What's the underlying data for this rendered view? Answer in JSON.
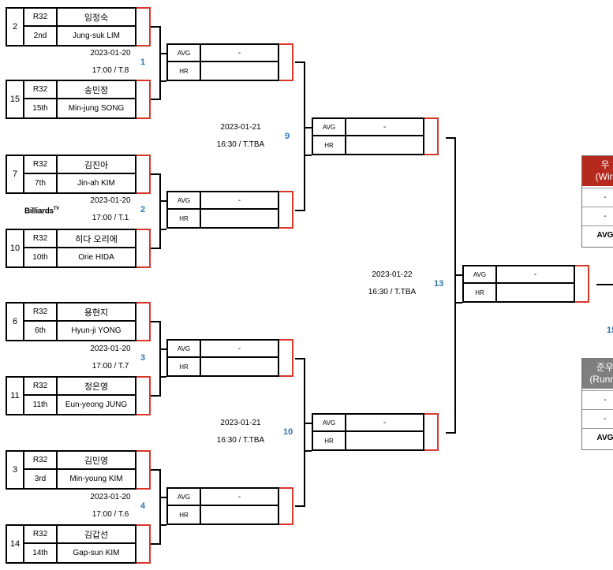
{
  "players": [
    {
      "seed": "2",
      "round": "R32",
      "rank": "2nd",
      "kr": "임정숙",
      "en": "Jung-suk LIM"
    },
    {
      "seed": "15",
      "round": "R32",
      "rank": "15th",
      "kr": "송민정",
      "en": "Min-jung SONG"
    },
    {
      "seed": "7",
      "round": "R32",
      "rank": "7th",
      "kr": "김진아",
      "en": "Jin-ah KIM"
    },
    {
      "seed": "10",
      "round": "R32",
      "rank": "10th",
      "kr": "히다 오리에",
      "en": "Orie HIDA"
    },
    {
      "seed": "6",
      "round": "R32",
      "rank": "6th",
      "kr": "용현지",
      "en": "Hyun-ji YONG"
    },
    {
      "seed": "11",
      "round": "R32",
      "rank": "11th",
      "kr": "정은영",
      "en": "Eun-yeong JUNG"
    },
    {
      "seed": "3",
      "round": "R32",
      "rank": "3rd",
      "kr": "김민영",
      "en": "Min-young KIM"
    },
    {
      "seed": "14",
      "round": "R32",
      "rank": "14th",
      "kr": "김갑선",
      "en": "Gap-sun KIM"
    }
  ],
  "matches": [
    {
      "num": "1",
      "date": "2023-01-20",
      "time": "17:00 / T.8",
      "avg_label": "AVG",
      "hr_label": "HR",
      "avg": "-",
      "hr": ""
    },
    {
      "num": "2",
      "date": "2023-01-20",
      "time": "17:00 / T.1",
      "avg_label": "AVG",
      "hr_label": "HR",
      "avg": "-",
      "hr": ""
    },
    {
      "num": "3",
      "date": "2023-01-20",
      "time": "17:00 / T.7",
      "avg_label": "AVG",
      "hr_label": "HR",
      "avg": "-",
      "hr": ""
    },
    {
      "num": "4",
      "date": "2023-01-20",
      "time": "17:00 / T.6",
      "avg_label": "AVG",
      "hr_label": "HR",
      "avg": "-",
      "hr": ""
    },
    {
      "num": "9",
      "date": "2023-01-21",
      "time": "16:30 / T.TBA",
      "avg_label": "AVG",
      "hr_label": "HR",
      "avg": "-",
      "hr": ""
    },
    {
      "num": "10",
      "date": "2023-01-21",
      "time": "16:30 / T.TBA",
      "avg_label": "AVG",
      "hr_label": "HR",
      "avg": "-",
      "hr": ""
    },
    {
      "num": "13",
      "date": "2023-01-22",
      "time": "16:30 / T.TBA",
      "avg_label": "AVG",
      "hr_label": "HR",
      "avg": "-",
      "hr": ""
    }
  ],
  "final_num": "15",
  "winner": {
    "title_kr": "우",
    "title_en": "(Win",
    "row1": "-",
    "row2": "-",
    "avg_label": "AVG",
    "color": "#b52a1d"
  },
  "runner": {
    "title_kr": "준우",
    "title_en": "(Runne",
    "row1": "-",
    "row2": "-",
    "avg_label": "AVG",
    "color": "#7f7f7f"
  },
  "logo": {
    "text": "Billiards",
    "sup": "TV"
  },
  "colors": {
    "accent_red": "#d9372b",
    "match_blue": "#2e75b6"
  }
}
